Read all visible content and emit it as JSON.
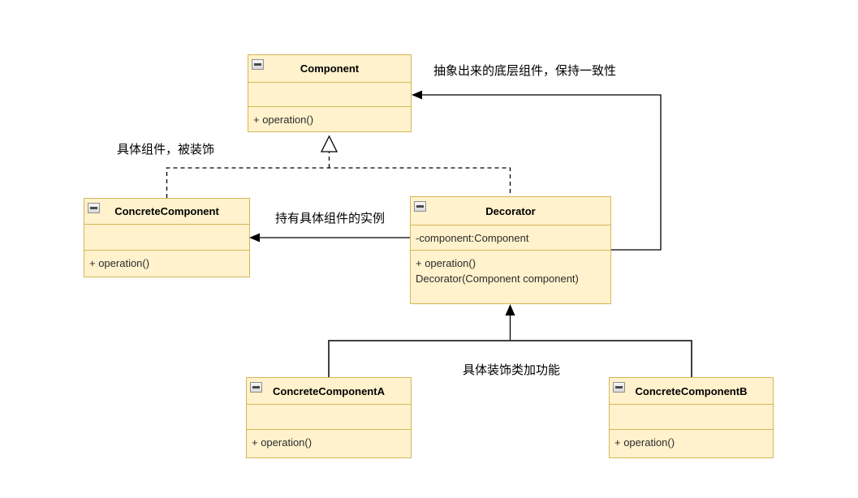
{
  "diagram": {
    "pattern_name": "Decorator",
    "classes": [
      {
        "id": "component",
        "name": "Component",
        "attributes": [
          ""
        ],
        "methods": [
          "+ operation()"
        ]
      },
      {
        "id": "concrete-component",
        "name": "ConcreteComponent",
        "attributes": [
          ""
        ],
        "methods": [
          "+ operation()"
        ]
      },
      {
        "id": "decorator",
        "name": "Decorator",
        "attributes": [
          "-component:Component"
        ],
        "methods": [
          "+ operation()",
          "Decorator(Component component)"
        ]
      },
      {
        "id": "concrete-component-a",
        "name": "ConcreteComponentA",
        "attributes": [
          ""
        ],
        "methods": [
          "+ operation()"
        ]
      },
      {
        "id": "concrete-component-b",
        "name": "ConcreteComponentB",
        "attributes": [
          ""
        ],
        "methods": [
          "+ operation()"
        ]
      }
    ],
    "annotations": [
      {
        "id": "component-note",
        "text": "抽象出来的底层组件，保持一致性"
      },
      {
        "id": "concrete-note",
        "text": "具体组件，被装饰"
      },
      {
        "id": "holds-note",
        "text": "持有具体组件的实例"
      },
      {
        "id": "decorators-note",
        "text": "具体装饰类加功能"
      }
    ],
    "relationships": [
      {
        "from": "ConcreteComponent",
        "to": "Component",
        "type": "realization-dashed"
      },
      {
        "from": "Decorator",
        "to": "Component",
        "type": "realization-dashed"
      },
      {
        "from": "Decorator",
        "to": "ConcreteComponent",
        "type": "association-arrow"
      },
      {
        "from": "Decorator",
        "to": "Component",
        "type": "association-arrow"
      },
      {
        "from": "ConcreteComponentA",
        "to": "Decorator",
        "type": "generalization-arrow"
      },
      {
        "from": "ConcreteComponentB",
        "to": "Decorator",
        "type": "generalization-arrow"
      }
    ],
    "colors": {
      "box_fill": "#fff2cc",
      "box_border": "#d6b656",
      "line": "#000000",
      "text": "#2b2b2b",
      "background": "#ffffff"
    }
  }
}
